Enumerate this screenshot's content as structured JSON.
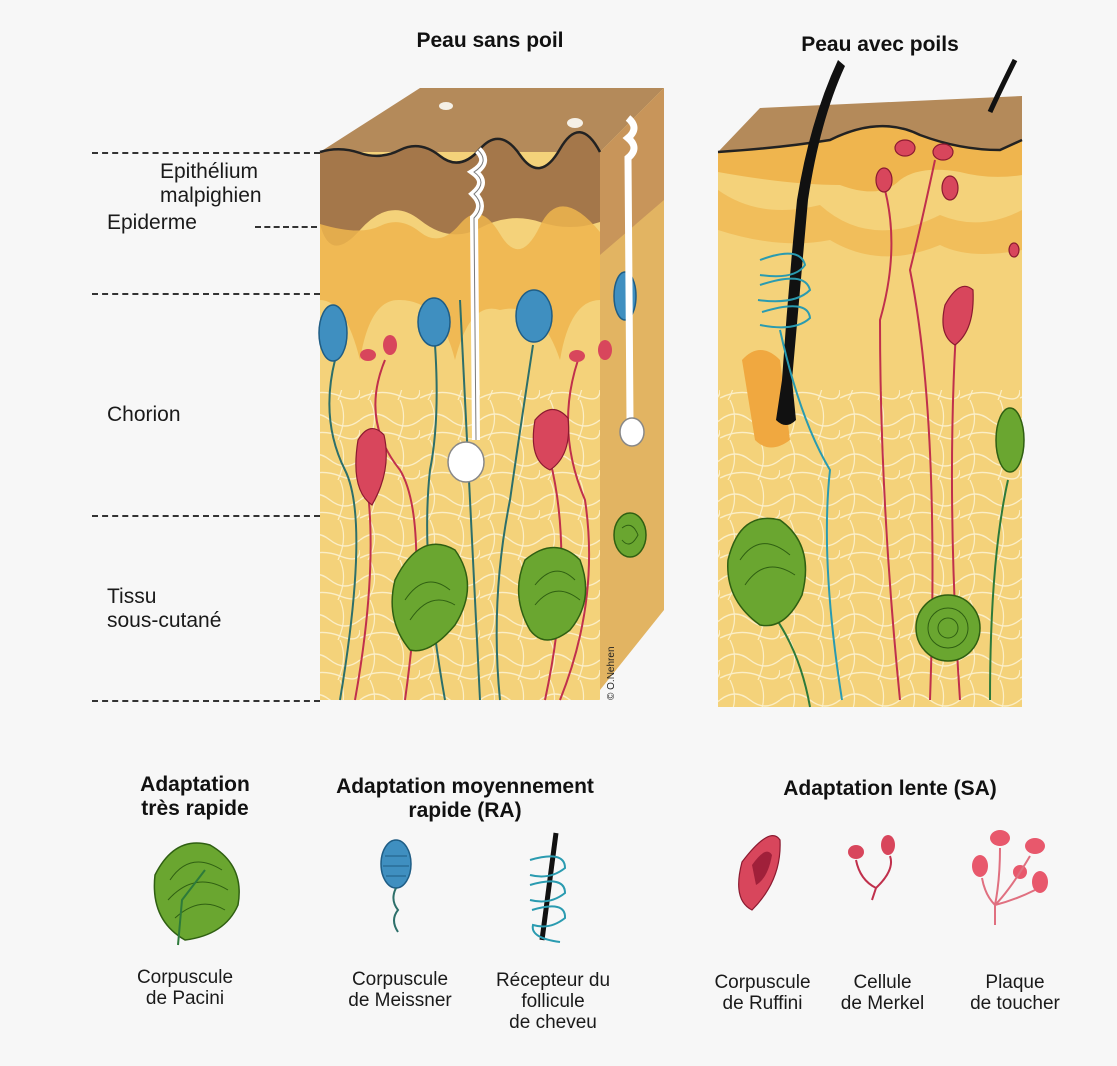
{
  "titles": {
    "hairless": "Peau sans poil",
    "hairy": "Peau avec poils"
  },
  "layers": {
    "epithelium": "Epithélium\nmalpighien",
    "epidermis": "Epiderme",
    "chorion": "Chorion",
    "subcutaneous": "Tissu\nsous-cutané"
  },
  "copyright": "© O.Nehren",
  "adaptation": {
    "very_rapid": "Adaptation\ntrès rapide",
    "moderately_rapid": "Adaptation moyennement\nrapide (RA)",
    "slow": "Adaptation lente (SA)"
  },
  "receptors": {
    "pacini": "Corpuscule\nde Pacini",
    "meissner": "Corpuscule\nde Meissner",
    "follicle": "Récepteur du\nfollicule\nde cheveu",
    "ruffini": "Corpuscule\nde Ruffini",
    "merkel": "Cellule\nde Merkel",
    "touch_plate": "Plaque\nde toucher"
  },
  "colors": {
    "pacini_green": "#6aa630",
    "meissner_blue": "#3f8fc0",
    "ruffini_red": "#d8465c",
    "dermis_yellow": "#f4d27a",
    "epidermis_brown": "#a4774a"
  }
}
